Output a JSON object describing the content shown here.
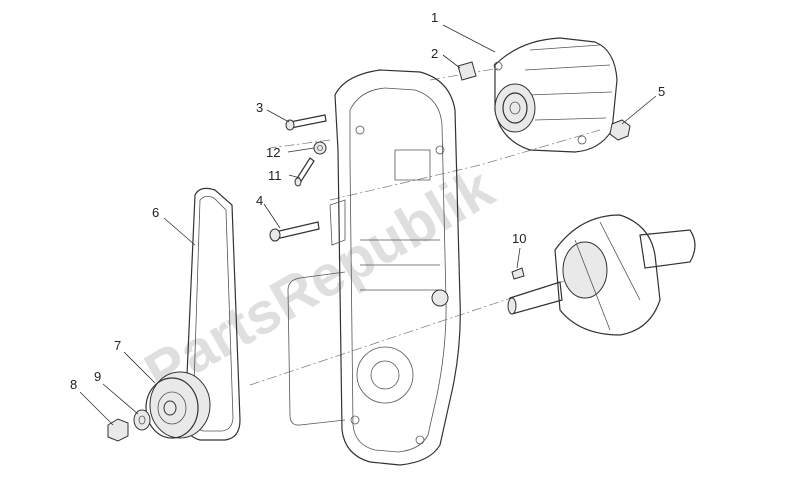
{
  "watermark": "PartsRepublik",
  "callouts": [
    "1",
    "2",
    "3",
    "4",
    "5",
    "6",
    "7",
    "8",
    "9",
    "10",
    "11",
    "12"
  ]
}
